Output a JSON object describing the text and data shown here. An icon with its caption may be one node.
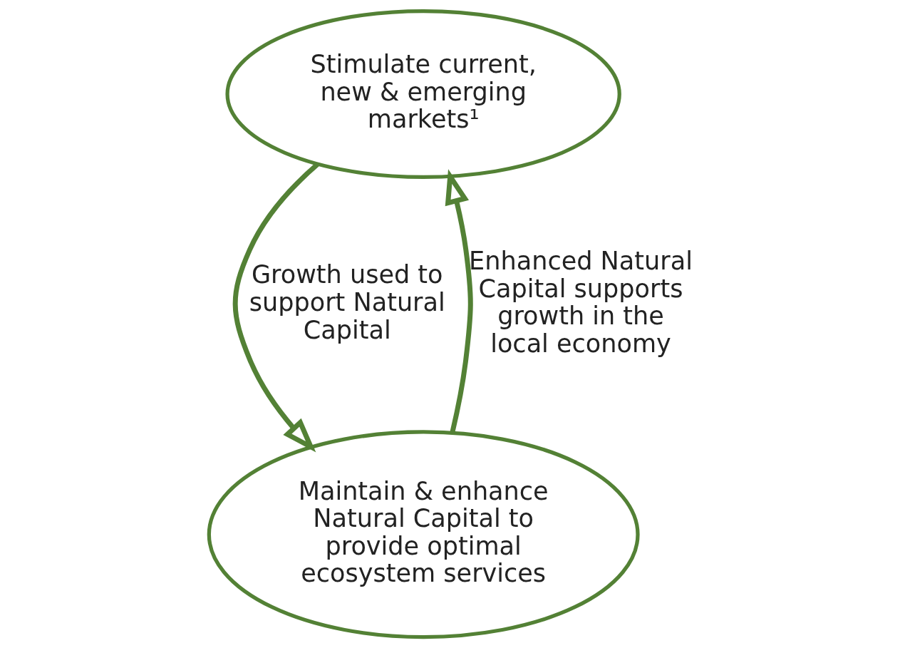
{
  "diagram": {
    "nodes": [
      {
        "text": [
          "Stimulate current, new & emerging markets¹"
        ]
      },
      {
        "text": [
          "Maintain & enhance Natural Capital to provide optimal ecosystem services"
        ]
      }
    ],
    "edges": [
      {
        "from": 0,
        "to": 1,
        "arrow": "to",
        "label": "Growth used to support Natural Capital"
      },
      {
        "from": 1,
        "to": 0,
        "arrow": "to",
        "label": "Enhanced Natural Capital supports growth in the local economy"
      }
    ]
  }
}
